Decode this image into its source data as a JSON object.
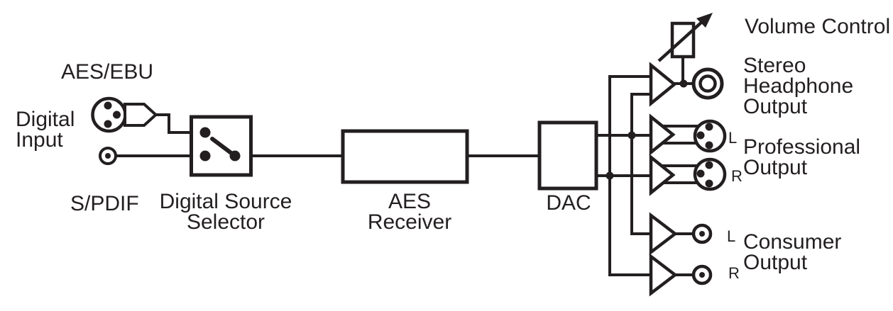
{
  "colors": {
    "ink": "#231f20",
    "background": "#ffffff"
  },
  "input_section": {
    "aes_ebu_label": "AES/EBU",
    "digital_input_label_line1": "Digital",
    "digital_input_label_line2": "Input",
    "spdif_label": "S/PDIF"
  },
  "blocks": {
    "selector_label_line1": "Digital Source",
    "selector_label_line2": "Selector",
    "receiver_label_line1": "AES",
    "receiver_label_line2": "Receiver",
    "dac_label": "DAC"
  },
  "output_section": {
    "volume_control_label": "Volume Control",
    "headphone_label_line1": "Stereo",
    "headphone_label_line2": "Headphone",
    "headphone_label_line3": "Output",
    "professional_label_line1": "Professional",
    "professional_label_line2": "Output",
    "consumer_label_line1": "Consumer",
    "consumer_label_line2": "Output",
    "left_channel_label": "L",
    "right_channel_label": "R"
  },
  "icons": {
    "xlr_input": "xlr-3pin-connector",
    "rca_input": "rca-connector",
    "source_switch": "spdt-switch",
    "volume_potentiometer": "variable-attenuator-arrow",
    "headphone_jack": "concentric-jack",
    "xlr_output_left": "xlr-3pin-connector",
    "xlr_output_right": "xlr-3pin-connector",
    "rca_output_left": "rca-connector",
    "rca_output_right": "rca-connector",
    "amplifier_buffer": "triangle-amp"
  }
}
